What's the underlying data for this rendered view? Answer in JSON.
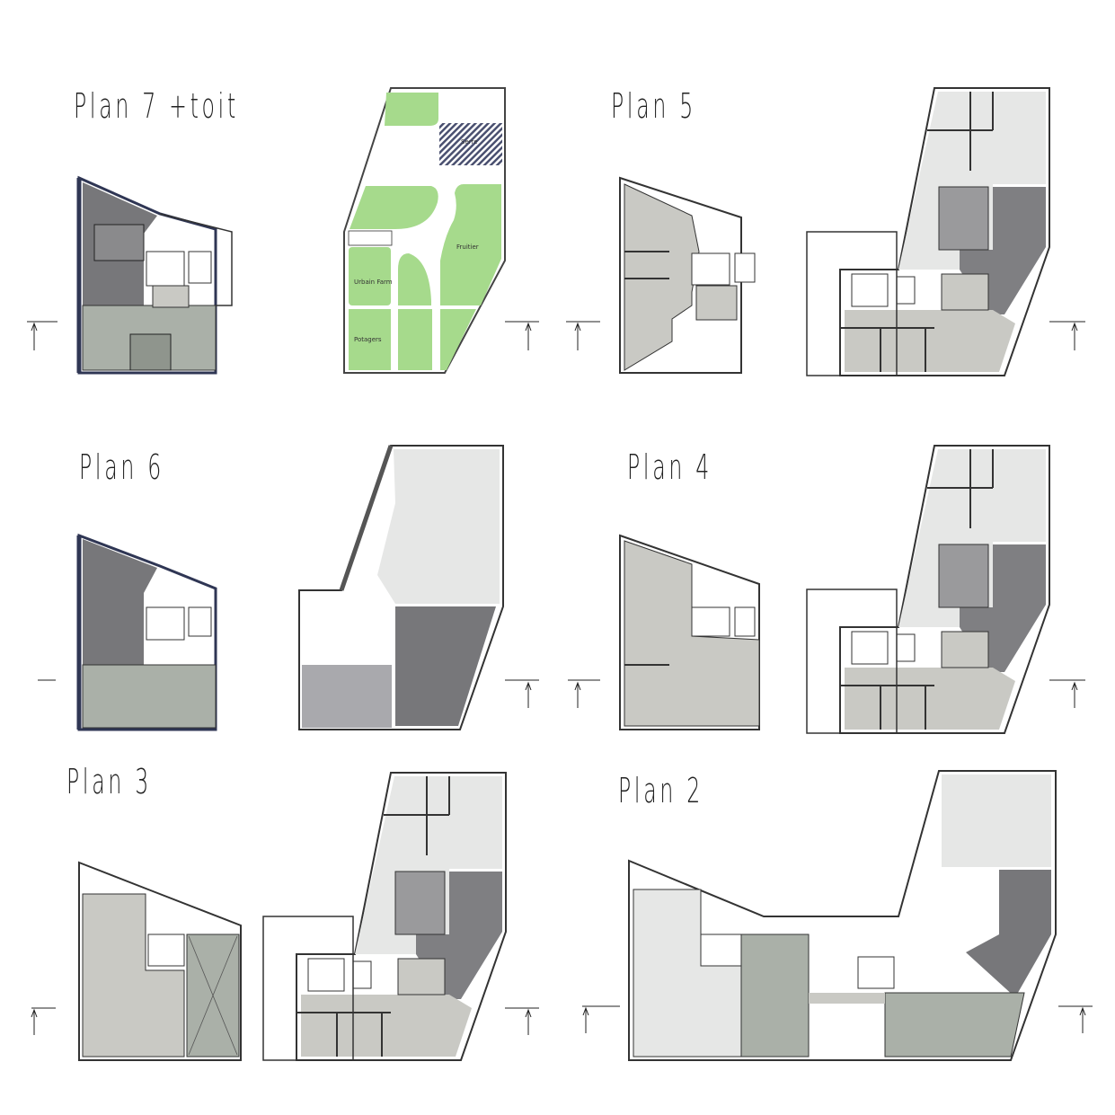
{
  "titles": {
    "plan7": "Plan 7 +toit",
    "plan5": "Plan 5",
    "plan6": "Plan 6",
    "plan4": "Plan 4",
    "plan3": "Plan 3",
    "plan2": "Plan 2"
  },
  "roof_labels": {
    "greenhouse": "Serre",
    "orchard": "Fruitier",
    "urban_farm": "Urbain Farm",
    "vegetable_gardens": "Potagers"
  },
  "colors": {
    "dark_unit": "#77777a",
    "mid_unit": "#c9c9c4",
    "light_unit": "#e6e7e6",
    "green_unit": "#aab0a8",
    "garden": "#a6da8c",
    "wall_accent": "#2f3654"
  }
}
